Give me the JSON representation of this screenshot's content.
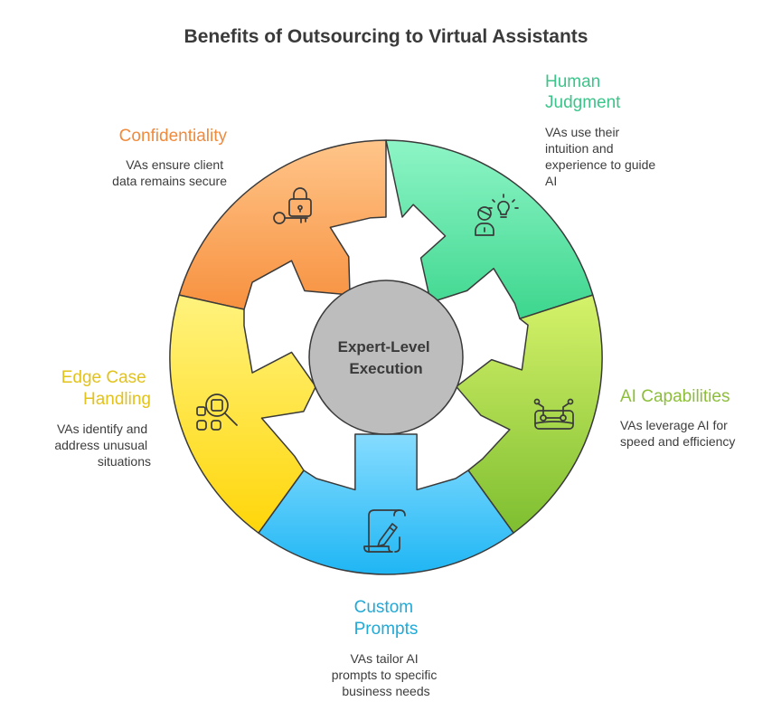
{
  "title": "Benefits of Outsourcing to Virtual Assistants",
  "center": {
    "lines": [
      "Expert-Level",
      "Execution"
    ]
  },
  "sections": [
    {
      "id": "confidentiality",
      "title": [
        "Confidentiality"
      ],
      "description": [
        "VAs ensure client",
        "data remains secure"
      ],
      "color": "#F08A3C",
      "icon": "lock-key-icon"
    },
    {
      "id": "human-judgment",
      "title": [
        "Human",
        "Judgment"
      ],
      "description": [
        "VAs use their",
        "intuition and",
        "experience to guide",
        "AI"
      ],
      "color": "#3CC48A",
      "icon": "person-lightbulb-icon"
    },
    {
      "id": "ai-capabilities",
      "title": [
        "AI Capabilities"
      ],
      "description": [
        "VAs leverage AI for",
        "speed and efficiency"
      ],
      "color": "#8DBE3A",
      "icon": "circuit-chip-icon"
    },
    {
      "id": "custom-prompts",
      "title": [
        "Custom",
        "Prompts"
      ],
      "description": [
        "VAs tailor AI",
        "prompts to specific",
        "business needs"
      ],
      "color": "#22A9D6",
      "icon": "scroll-pen-icon"
    },
    {
      "id": "edge-case-handling",
      "title": [
        "Edge Case",
        "Handling"
      ],
      "description": [
        "VAs identify and",
        "address unusual",
        "situations"
      ],
      "color": "#E2C21C",
      "icon": "search-shapes-icon"
    }
  ]
}
